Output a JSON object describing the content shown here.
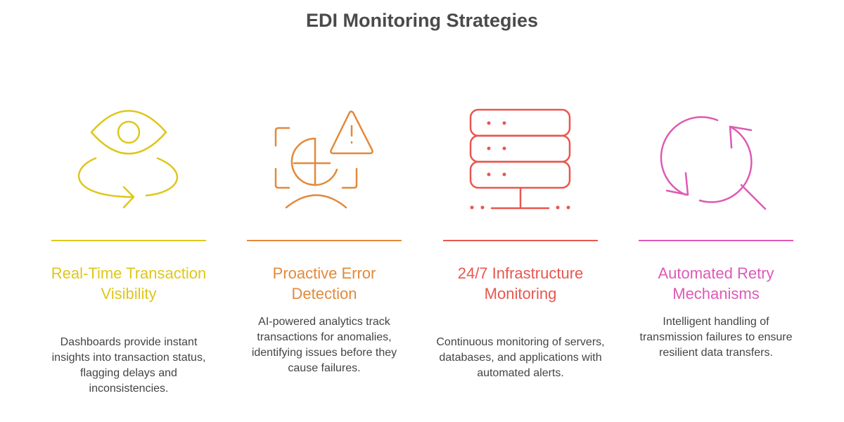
{
  "title": "EDI Monitoring Strategies",
  "colors": {
    "yellow": "#DEC71B",
    "orange": "#E3893A",
    "red": "#E8574F",
    "pink": "#DE5AB5"
  },
  "items": [
    {
      "icon": "eye-rotate-icon",
      "title": "Real-Time Transaction Visibility",
      "description": "Dashboards provide instant insights into transaction status, flagging delays and inconsistencies."
    },
    {
      "icon": "face-scan-warning-icon",
      "title": "Proactive Error Detection",
      "description": "AI-powered analytics track transactions for anomalies, identifying issues before they cause failures."
    },
    {
      "icon": "server-icon",
      "title": "24/7 Infrastructure Monitoring",
      "description": "Continuous monitoring of servers, databases, and applications with automated alerts."
    },
    {
      "icon": "refresh-search-icon",
      "title": "Automated Retry Mechanisms",
      "description": "Intelligent handling of transmission failures to ensure resilient data transfers."
    }
  ]
}
